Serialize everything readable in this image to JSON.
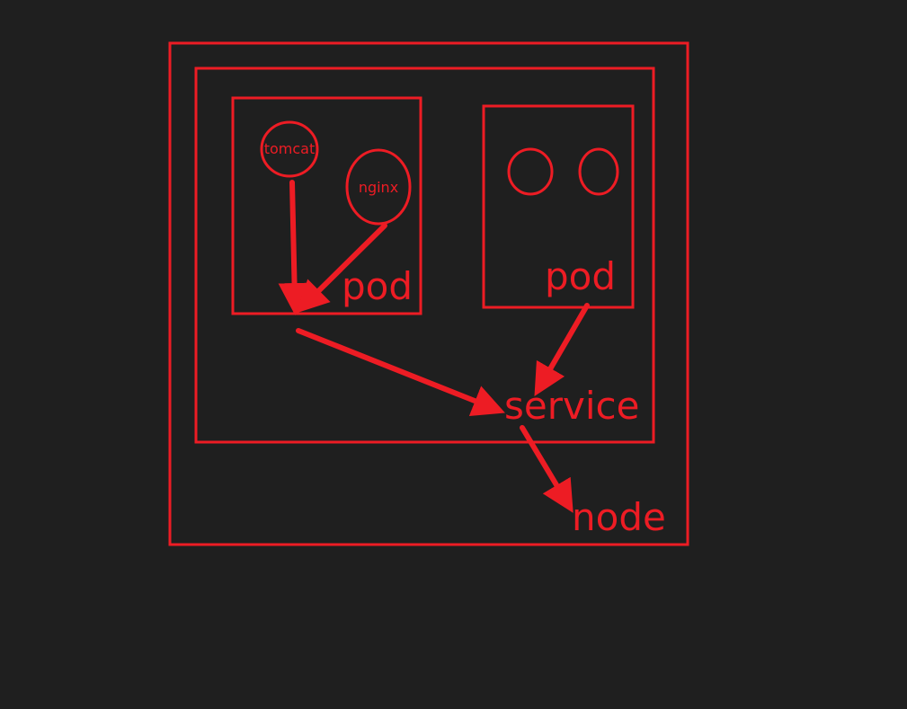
{
  "colors": {
    "background": "#1f1f1f",
    "stroke": "#ed1c24"
  },
  "labels": {
    "container_tomcat": "tomcat",
    "container_nginx": "nginx",
    "pod_left": "pod",
    "pod_right": "pod",
    "service": "service",
    "node": "node"
  }
}
